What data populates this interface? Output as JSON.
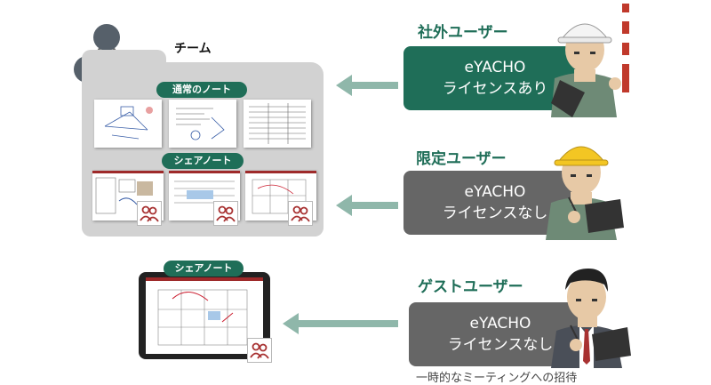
{
  "team": {
    "label": "チーム"
  },
  "notes": {
    "regular_label": "通常のノート",
    "shared_label": "シェアノート",
    "tablet_label": "シェアノート"
  },
  "users": [
    {
      "title": "社外ユーザー",
      "product": "eYACHO",
      "license": "ライセンスあり",
      "box_color": "#1f6e58",
      "helmet": "white"
    },
    {
      "title": "限定ユーザー",
      "product": "eYACHO",
      "license": "ライセンスなし",
      "box_color": "#666666",
      "helmet": "yellow"
    },
    {
      "title": "ゲストユーザー",
      "product": "eYACHO",
      "license": "ライセンスなし",
      "box_color": "#666666",
      "helmet": "none"
    }
  ],
  "guest_caption": "一時的なミーティングへの招待",
  "colors": {
    "accent": "#1f6e58",
    "arrow": "#8fb7aa",
    "badge": "#a83232"
  }
}
